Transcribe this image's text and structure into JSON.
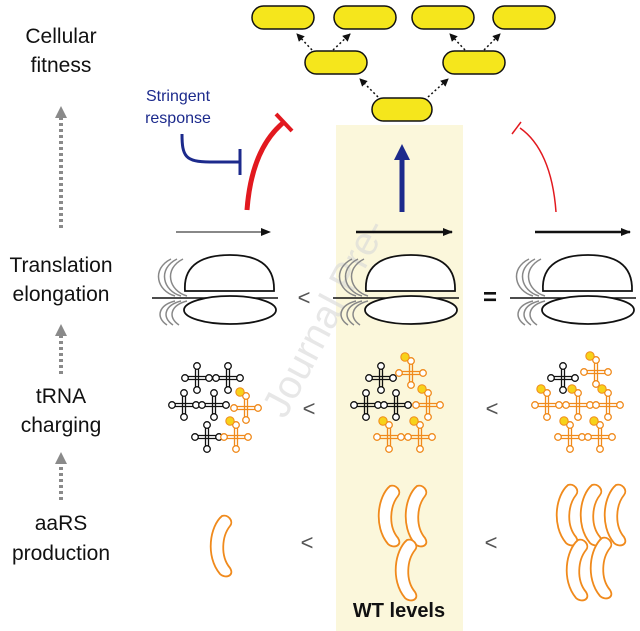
{
  "row_labels": {
    "fitness": [
      "Cellular",
      "fitness"
    ],
    "elongation": [
      "Translation",
      "elongation"
    ],
    "charging": [
      "tRNA",
      "charging"
    ],
    "production": [
      "aaRS",
      "production"
    ]
  },
  "stringent_response": [
    "Stringent",
    "response"
  ],
  "comparators": {
    "elongation_left": "<",
    "elongation_right": "=",
    "charging_left": "<",
    "charging_right": "<",
    "production_left": "<",
    "production_right": "<"
  },
  "wt_label": "WT levels",
  "watermark": "Journal Pre-",
  "colors": {
    "highlight": "#fbf7db",
    "cell": "#f5e61c",
    "red": "#e2191f",
    "blue": "#1c2a8c",
    "orange": "#f08a1c",
    "grey_arrow": "#8a8a8a"
  }
}
